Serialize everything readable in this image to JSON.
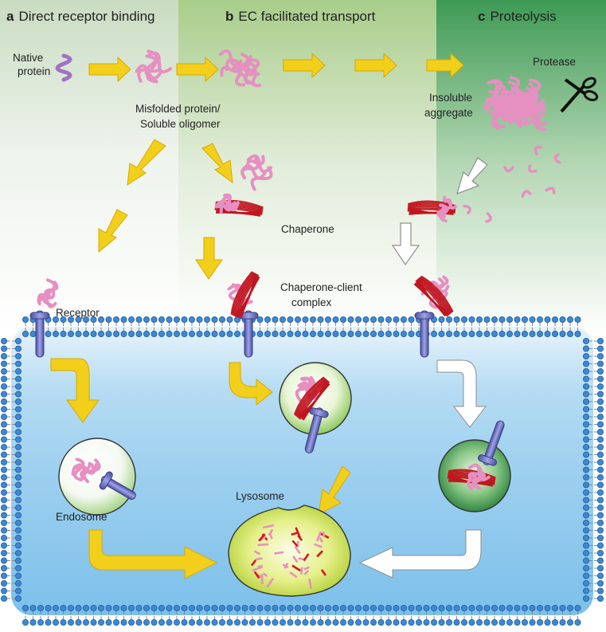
{
  "panels": [
    {
      "letter": "a",
      "title": "Direct receptor binding"
    },
    {
      "letter": "b",
      "title": "EC facilitated transport"
    },
    {
      "letter": "c",
      "title": "Proteolysis"
    }
  ],
  "labels": {
    "native_line1": "Native",
    "native_line2": "protein",
    "misfolded_line1": "Misfolded protein/",
    "misfolded_line2": "Soluble oligomer",
    "protease": "Protease",
    "insoluble_line1": "Insoluble",
    "insoluble_line2": "aggregate",
    "chaperone": "Chaperone",
    "complex_line1": "Chaperone-client",
    "complex_line2": "complex",
    "receptor": "Receptor",
    "endosome": "Endosome",
    "lysosome": "Lysosome"
  },
  "colors": {
    "arrow_yellow": "#f2cf1a",
    "protein_pink": "#e68fc1",
    "native_purple": "#a072c4",
    "chaperone_red": "#c0161f",
    "receptor_blue": "#6b6fc2",
    "lipid_head": "#3d88d4",
    "cytoplasm_blue": "#a9d4f0",
    "panel_c_green": "#4fa35e"
  }
}
